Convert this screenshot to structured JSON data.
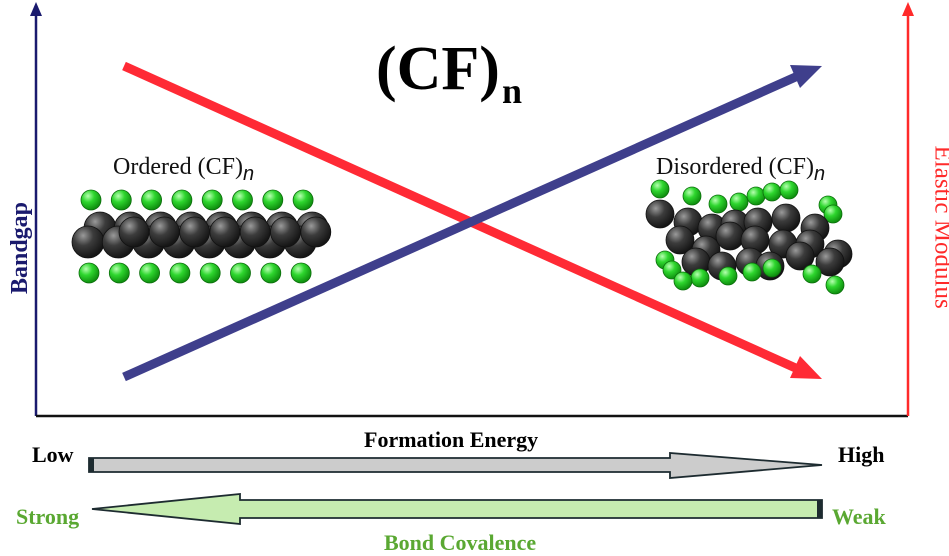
{
  "title": {
    "main": "(CF)",
    "sub": "n"
  },
  "left_axis_label": "Bandgap",
  "right_axis_label": "Elastic Modulus",
  "x_axis_label": "Formation Energy",
  "ordered_label": {
    "text": "Ordered (CF)",
    "sub": "n"
  },
  "disordered_label": {
    "text": "Disordered (CF)",
    "sub": "n"
  },
  "energy_scale": {
    "low": "Low",
    "high": "High"
  },
  "covalence_scale": {
    "strong": "Strong",
    "weak": "Weak",
    "label": "Bond Covalence"
  },
  "colors": {
    "bandgap_arrow": "#3f3f8c",
    "modulus_arrow": "#ff2a35",
    "left_axis": "#1a1a6e",
    "right_axis": "#ff2a2a",
    "carbon_atom": "#3a3a3a",
    "fluorine_atom": "#22cc22",
    "energy_arrow_fill": "#cccccc",
    "covalence_arrow_fill": "#c6ecb0",
    "covalence_text": "#5aa832"
  },
  "trends": [
    {
      "name": "Bandgap",
      "direction": "increasing",
      "color": "#3f3f8c"
    },
    {
      "name": "Elastic Modulus",
      "direction": "decreasing",
      "color": "#ff2a35"
    }
  ]
}
